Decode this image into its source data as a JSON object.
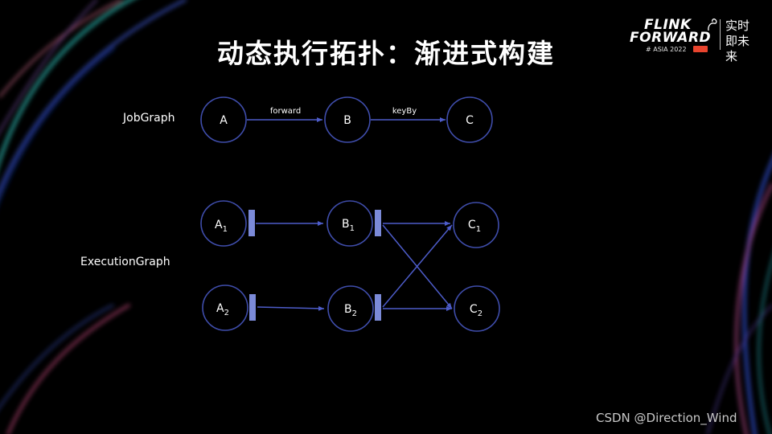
{
  "title": "动态执行拓扑：渐进式构建",
  "logo": {
    "line1": "FLINK",
    "line2": "FORWARD",
    "line3": "# ASIA 2022",
    "cn": "实时即未来"
  },
  "labels": {
    "jobgraph": "JobGraph",
    "executiongraph": "ExecutionGraph"
  },
  "jobgraph": {
    "nodes": [
      "A",
      "B",
      "C"
    ],
    "edges": [
      "forward",
      "keyBy"
    ]
  },
  "executiongraph": {
    "nodes": [
      {
        "letter": "A",
        "sub": "1"
      },
      {
        "letter": "B",
        "sub": "1"
      },
      {
        "letter": "C",
        "sub": "1"
      },
      {
        "letter": "A",
        "sub": "2"
      },
      {
        "letter": "B",
        "sub": "2"
      },
      {
        "letter": "C",
        "sub": "2"
      }
    ]
  },
  "colors": {
    "node_border": "#3f4dab",
    "edge": "#4d5cc9",
    "partition": "#7b8ad8"
  },
  "watermark": "CSDN @Direction_Wind"
}
